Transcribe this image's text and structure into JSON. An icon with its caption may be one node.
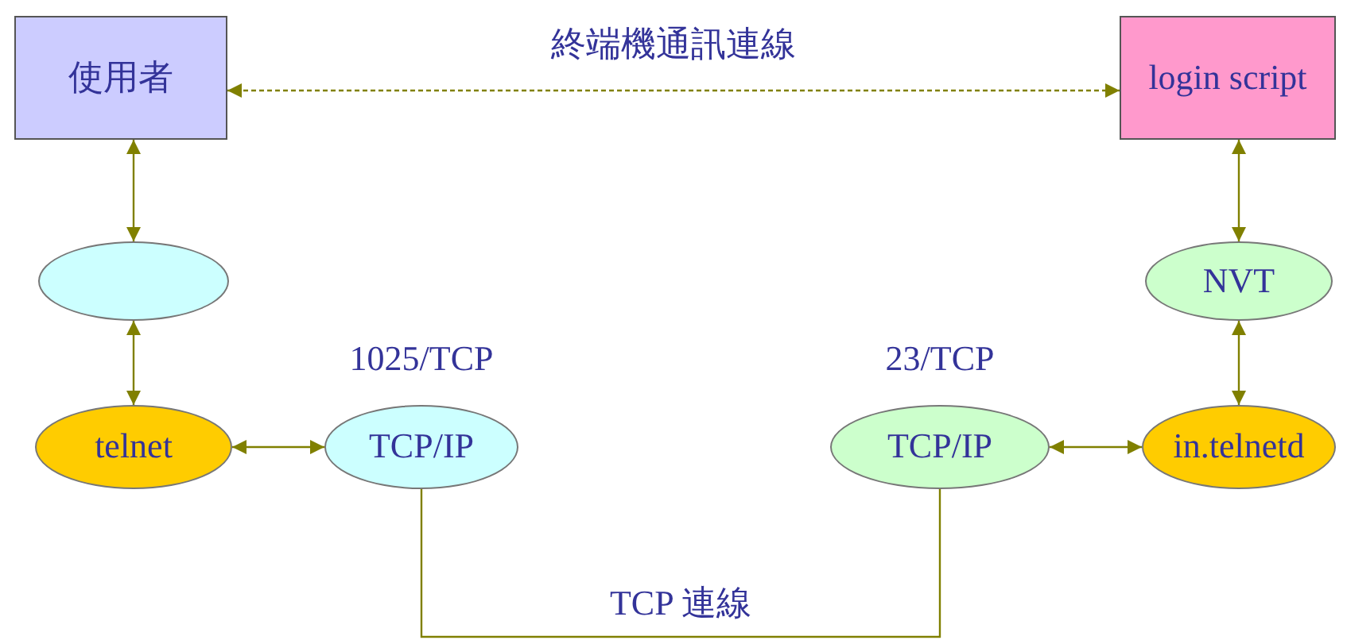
{
  "diagram": {
    "nodes": [
      {
        "text": [
          "使用者"
        ]
      },
      {
        "text": [
          "login script"
        ]
      },
      {
        "text": [],
        "shape": "ellipse"
      },
      {
        "text": [
          "NVT"
        ]
      },
      {
        "text": [
          "telnet"
        ]
      },
      {
        "text": [
          "TCP/IP"
        ],
        "beside": [
          "1025/TCP"
        ]
      },
      {
        "text": [
          "TCP/IP"
        ],
        "beside": [
          "23/TCP"
        ]
      },
      {
        "text": [
          "in.telnetd"
        ]
      }
    ],
    "edges": [
      {
        "from": 0,
        "to": 1,
        "arrow": "both",
        "style": "dashed",
        "label": "終端機通訊連線"
      },
      {
        "from": 0,
        "to": 2,
        "arrow": "both"
      },
      {
        "from": 2,
        "to": 4,
        "arrow": "both"
      },
      {
        "from": 4,
        "to": 5,
        "arrow": "both"
      },
      {
        "from": 1,
        "to": 3,
        "arrow": "both"
      },
      {
        "from": 3,
        "to": 7,
        "arrow": "both"
      },
      {
        "from": 6,
        "to": 7,
        "arrow": "both"
      },
      {
        "from": 5,
        "to": 6,
        "arrow": "none",
        "label": "TCP 連線"
      }
    ]
  }
}
